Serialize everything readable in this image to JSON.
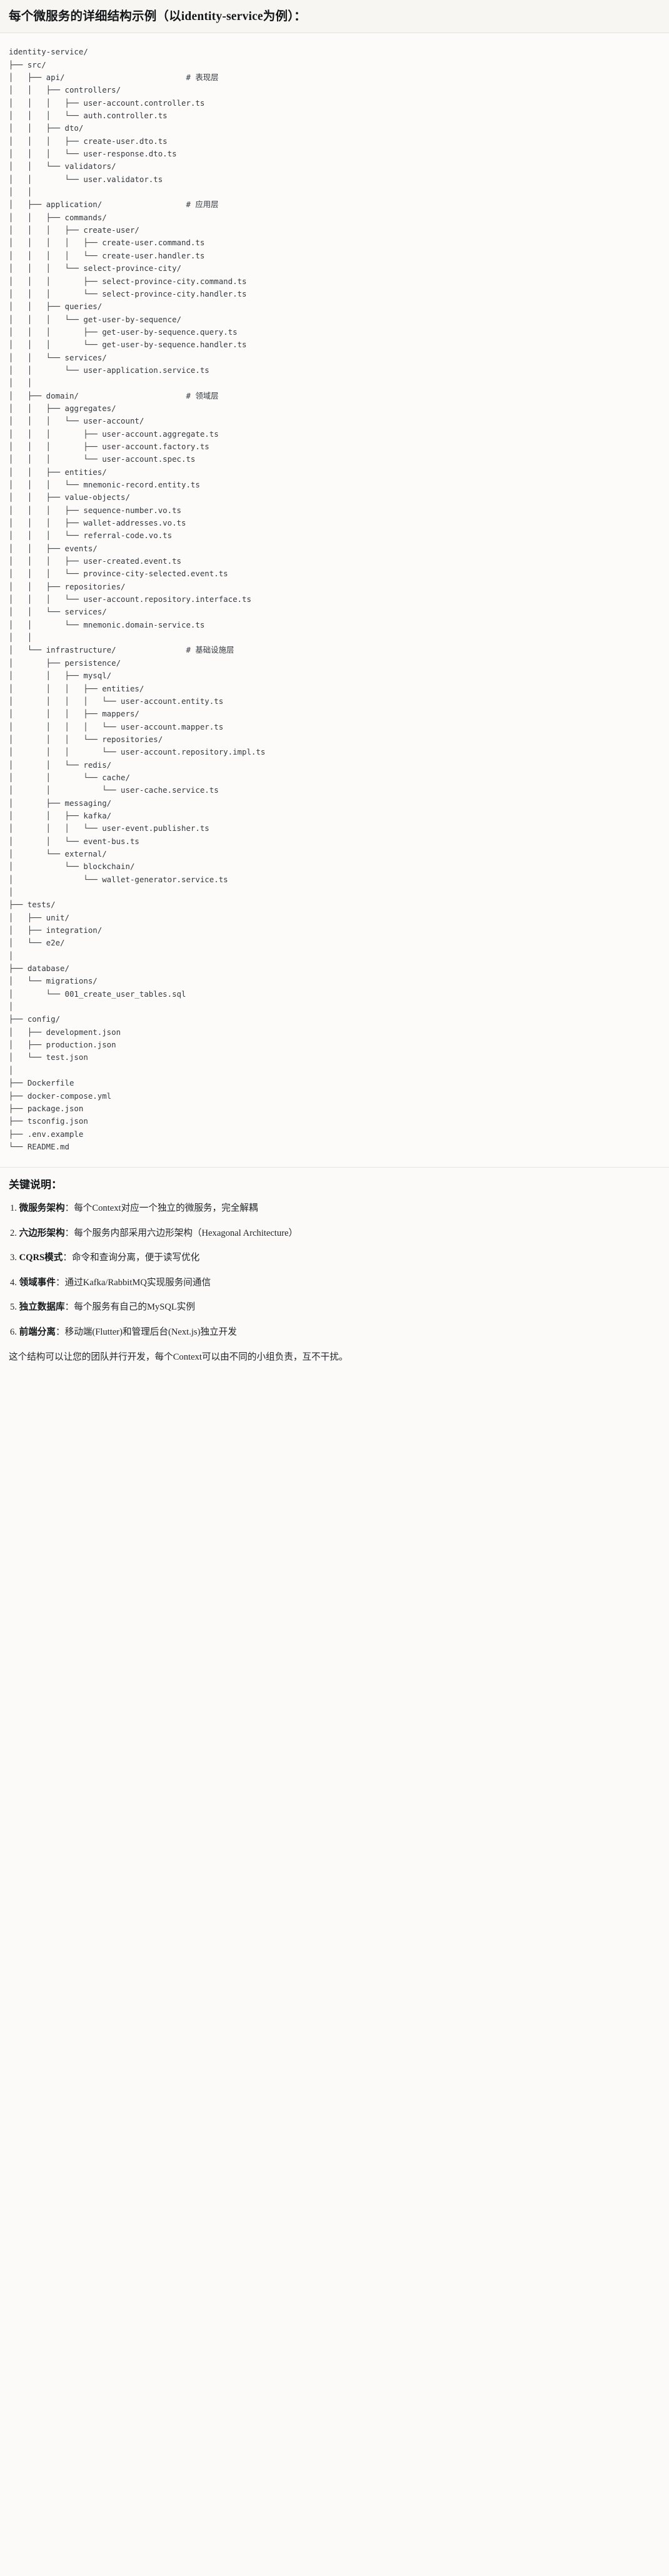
{
  "header": {
    "title": "每个微服务的详细结构示例（以identity-service为例）："
  },
  "tree": {
    "root_label": "identity-service/",
    "text": "identity-service/\n├── src/\n│   ├── api/                          # 表现层\n│   │   ├── controllers/\n│   │   │   ├── user-account.controller.ts\n│   │   │   └── auth.controller.ts\n│   │   ├── dto/\n│   │   │   ├── create-user.dto.ts\n│   │   │   └── user-response.dto.ts\n│   │   └── validators/\n│   │       └── user.validator.ts\n│   │\n│   ├── application/                  # 应用层\n│   │   ├── commands/\n│   │   │   ├── create-user/\n│   │   │   │   ├── create-user.command.ts\n│   │   │   │   └── create-user.handler.ts\n│   │   │   └── select-province-city/\n│   │   │       ├── select-province-city.command.ts\n│   │   │       └── select-province-city.handler.ts\n│   │   ├── queries/\n│   │   │   └── get-user-by-sequence/\n│   │   │       ├── get-user-by-sequence.query.ts\n│   │   │       └── get-user-by-sequence.handler.ts\n│   │   └── services/\n│   │       └── user-application.service.ts\n│   │\n│   ├── domain/                       # 领域层\n│   │   ├── aggregates/\n│   │   │   └── user-account/\n│   │   │       ├── user-account.aggregate.ts\n│   │   │       ├── user-account.factory.ts\n│   │   │       └── user-account.spec.ts\n│   │   ├── entities/\n│   │   │   └── mnemonic-record.entity.ts\n│   │   ├── value-objects/\n│   │   │   ├── sequence-number.vo.ts\n│   │   │   ├── wallet-addresses.vo.ts\n│   │   │   └── referral-code.vo.ts\n│   │   ├── events/\n│   │   │   ├── user-created.event.ts\n│   │   │   └── province-city-selected.event.ts\n│   │   ├── repositories/\n│   │   │   └── user-account.repository.interface.ts\n│   │   └── services/\n│   │       └── mnemonic.domain-service.ts\n│   │\n│   └── infrastructure/               # 基础设施层\n│       ├── persistence/\n│       │   ├── mysql/\n│       │   │   ├── entities/\n│       │   │   │   └── user-account.entity.ts\n│       │   │   ├── mappers/\n│       │   │   │   └── user-account.mapper.ts\n│       │   │   └── repositories/\n│       │   │       └── user-account.repository.impl.ts\n│       │   └── redis/\n│       │       └── cache/\n│       │           └── user-cache.service.ts\n│       ├── messaging/\n│       │   ├── kafka/\n│       │   │   └── user-event.publisher.ts\n│       │   └── event-bus.ts\n│       └── external/\n│           └── blockchain/\n│               └── wallet-generator.service.ts\n│\n├── tests/\n│   ├── unit/\n│   ├── integration/\n│   └── e2e/\n│\n├── database/\n│   └── migrations/\n│       └── 001_create_user_tables.sql\n│\n├── config/\n│   ├── development.json\n│   ├── production.json\n│   └── test.json\n│\n├── Dockerfile\n├── docker-compose.yml\n├── package.json\n├── tsconfig.json\n├── .env.example\n└── README.md"
  },
  "notes": {
    "heading": "关键说明：",
    "items": [
      {
        "term": "微服务架构",
        "sep": "：",
        "desc": "每个Context对应一个独立的微服务，完全解耦"
      },
      {
        "term": "六边形架构",
        "sep": "：",
        "desc": "每个服务内部采用六边形架构（Hexagonal Architecture）"
      },
      {
        "term": "CQRS模式",
        "sep": "：",
        "desc": "命令和查询分离，便于读写优化"
      },
      {
        "term": "领域事件",
        "sep": "：",
        "desc": "通过Kafka/RabbitMQ实现服务间通信"
      },
      {
        "term": "独立数据库",
        "sep": "：",
        "desc": "每个服务有自己的MySQL实例"
      },
      {
        "term": "前端分离",
        "sep": "：",
        "desc": "移动端(Flutter)和管理后台(Next.js)独立开发"
      }
    ],
    "closing": "这个结构可以让您的团队并行开发，每个Context可以由不同的小组负责，互不干扰。"
  },
  "colors": {
    "page_background": "#fbfaf8",
    "title_background": "#f7f6f2",
    "code_background": "#fcfbf9",
    "text": "#1f2328",
    "code_text": "#32383f",
    "divider": "#e6e3dc"
  }
}
